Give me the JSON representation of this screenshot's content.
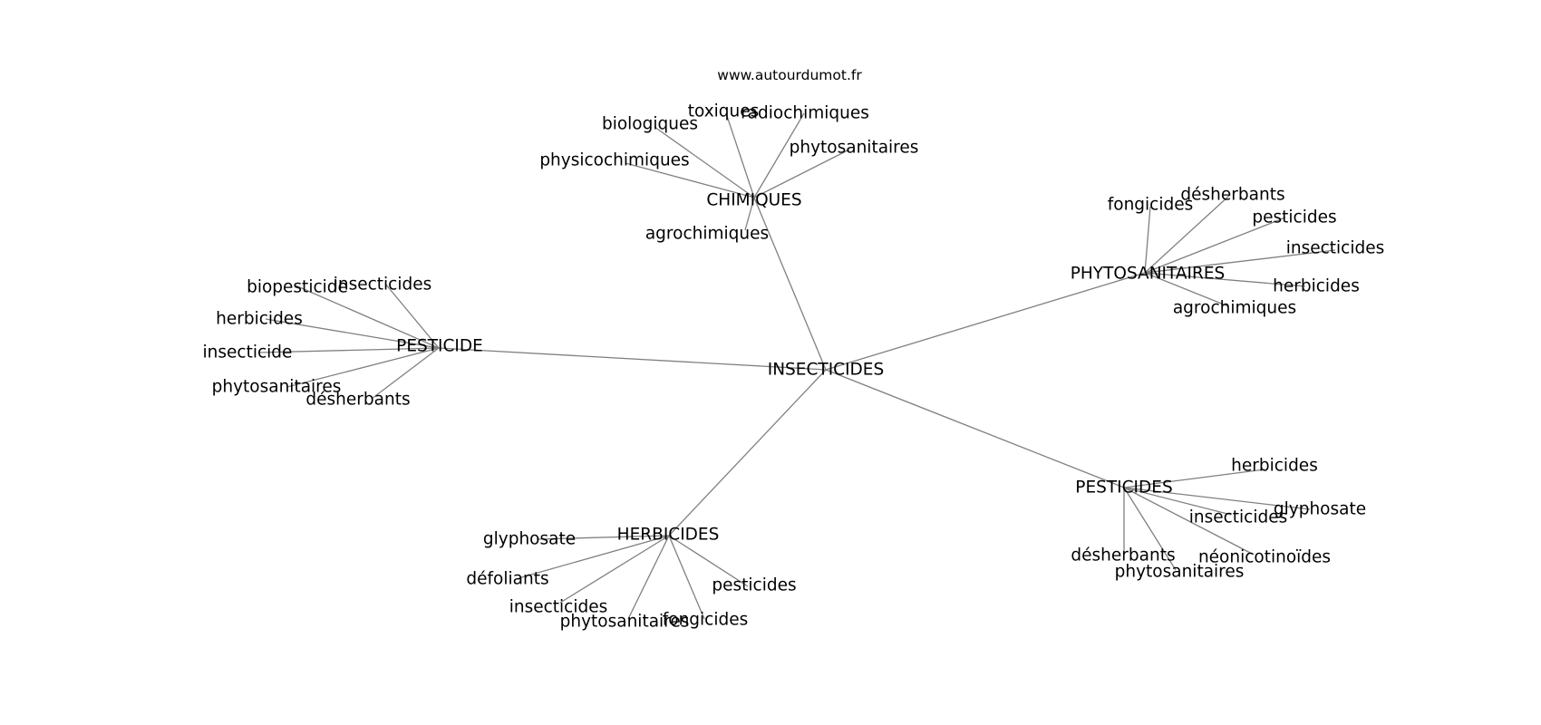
{
  "source": "www.autourdumot.fr",
  "graph": {
    "center": "INSECTICIDES",
    "groups": [
      {
        "hub": "CHIMIQUES",
        "leaves": [
          "biologiques",
          "toxiques",
          "radiochimiques",
          "physicochimiques",
          "phytosanitaires",
          "agrochimiques"
        ]
      },
      {
        "hub": "PHYTOSANITAIRES",
        "leaves": [
          "fongicides",
          "désherbants",
          "pesticides",
          "insecticides",
          "herbicides",
          "agrochimiques"
        ]
      },
      {
        "hub": "PESTICIDE",
        "leaves": [
          "biopesticide",
          "insecticides",
          "herbicides",
          "insecticide",
          "phytosanitaires",
          "désherbants"
        ]
      },
      {
        "hub": "HERBICIDES",
        "leaves": [
          "glyphosate",
          "défoliants",
          "insecticides",
          "phytosanitaires",
          "fongicides",
          "pesticides"
        ]
      },
      {
        "hub": "PESTICIDES",
        "leaves": [
          "herbicides",
          "glyphosate",
          "insecticides",
          "désherbants",
          "néonicotinoïdes",
          "phytosanitaires"
        ]
      }
    ]
  }
}
